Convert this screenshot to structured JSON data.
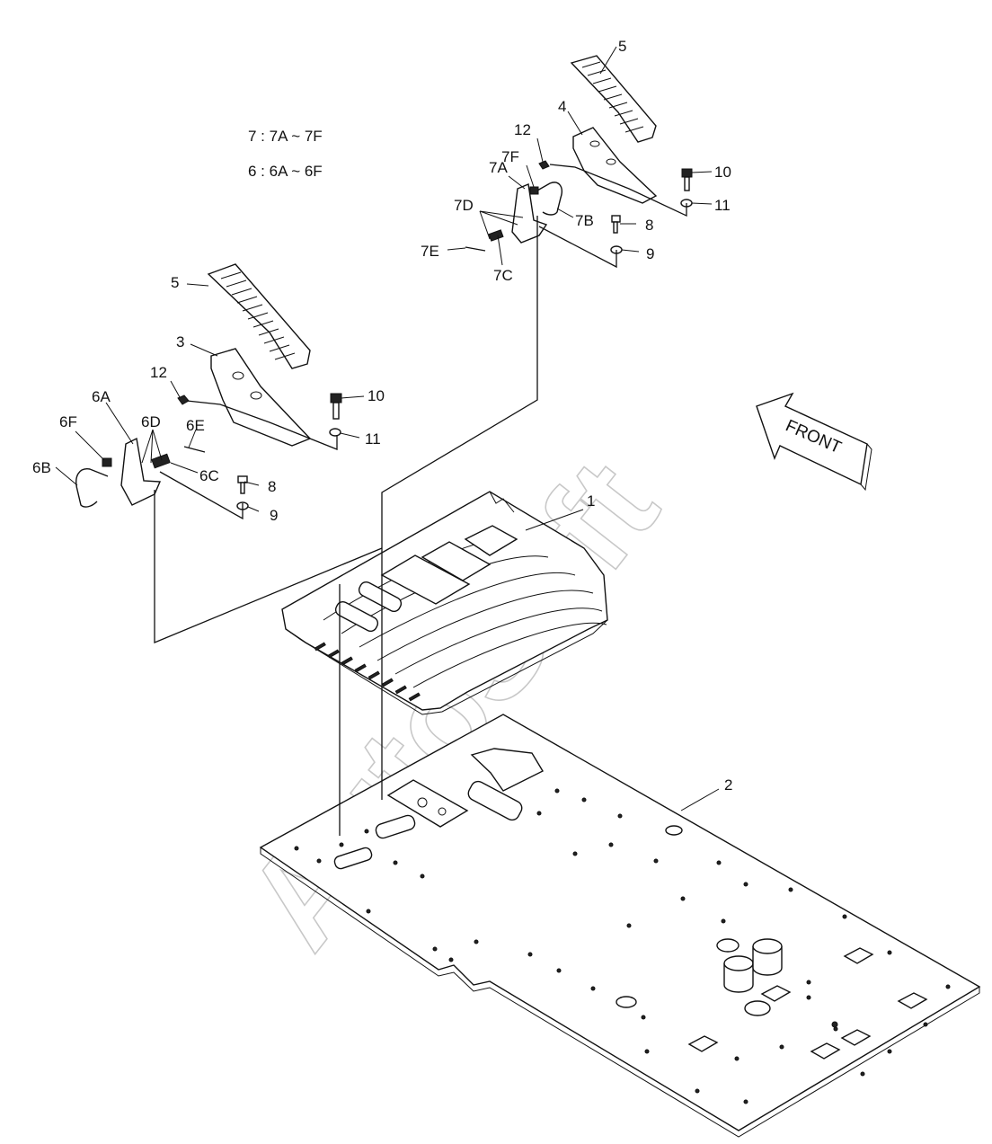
{
  "legend": {
    "line1": "7 : 7A ~ 7F",
    "line2": "6 : 6A ~ 6F"
  },
  "front_label": "FRONT",
  "watermark": "AutoSoft",
  "callouts": {
    "c1": "1",
    "c2": "2",
    "c3": "3",
    "c4": "4",
    "c5a": "5",
    "c5b": "5",
    "c6a": "6A",
    "c6b": "6B",
    "c6c": "6C",
    "c6d": "6D",
    "c6e": "6E",
    "c6f": "6F",
    "c7a": "7A",
    "c7b": "7B",
    "c7c": "7C",
    "c7d": "7D",
    "c7e": "7E",
    "c7f": "7F",
    "c8a": "8",
    "c8b": "8",
    "c9a": "9",
    "c9b": "9",
    "c10a": "10",
    "c10b": "10",
    "c11a": "11",
    "c11b": "11",
    "c12a": "12",
    "c12b": "12"
  }
}
